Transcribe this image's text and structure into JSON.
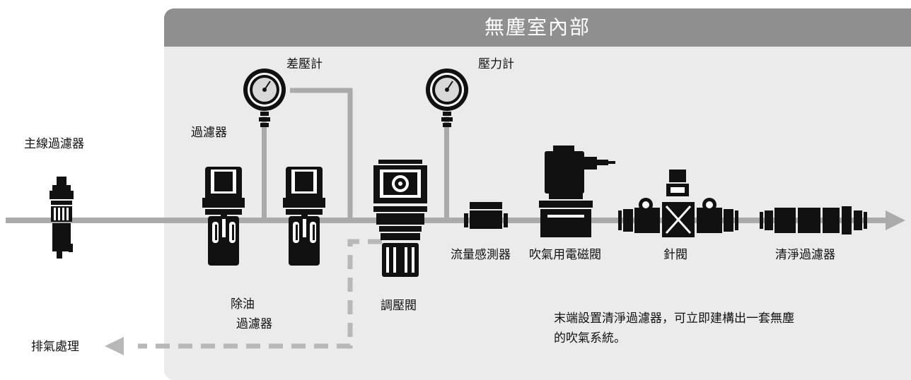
{
  "zone_title": "無塵室內部",
  "labels": {
    "main_line_filter": "主線過濾器",
    "filter": "過濾器",
    "differential_gauge": "差壓計",
    "pressure_gauge": "壓力計",
    "oil_removal_line1": "除油",
    "oil_removal_line2": "過濾器",
    "regulator": "調壓閥",
    "flow_sensor": "流量感測器",
    "solenoid_valve": "吹氣用電磁閥",
    "needle_valve": "針閥",
    "clean_filter": "清淨過濾器",
    "exhaust": "排氣處理"
  },
  "note": {
    "line1": "末端設置清淨過濾器，可立即建構出一套無塵",
    "line2": "的吹氣系統。"
  }
}
